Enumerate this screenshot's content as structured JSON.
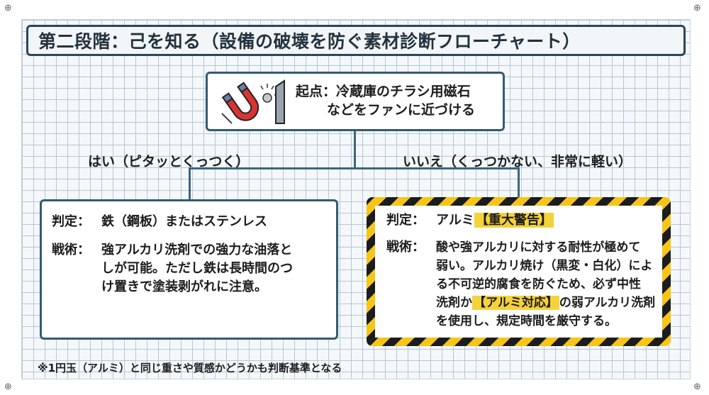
{
  "title": "第二段階：己を知る（設備の破壊を防ぐ素材診断フローチャート）",
  "start": {
    "line1": "起点：冷蔵庫のチラシ用磁石",
    "line2": "などをファンに近づける",
    "icon": "magnet-icon"
  },
  "branches": {
    "yes": {
      "label": "はい（ピタッとくっつく）",
      "verdict_key": "判定：",
      "verdict_value": "鉄（鋼板）またはステンレス",
      "tactic_key": "戦術：",
      "tactic_lines": [
        "強アルカリ洗剤での強力な油落と",
        "しが可能。ただし鉄は長時間のつ",
        "け置きで塗装剥がれに注意。"
      ]
    },
    "no": {
      "label": "いいえ（くっつかない、非常に軽い）",
      "verdict_key": "判定：",
      "verdict_value": "アルミ",
      "verdict_warning": "【重大警告】",
      "tactic_key": "戦術：",
      "tactic_line1": "酸や強アルカリに対する耐性が極めて",
      "tactic_line2": "弱い。アルカリ焼け（黒変・白化）によ",
      "tactic_line3": "る不可逆的腐食を防ぐため、必ず中性",
      "tactic_line4_pre": "洗剤か",
      "tactic_line4_hl": "【アルミ対応】",
      "tactic_line4_post": "の弱アルカリ洗剤",
      "tactic_line5": "を使用し、規定時間を厳守する。"
    }
  },
  "footnote": "※1円玉（アルミ）と同じ重さや質感かどうかも判断基準となる",
  "colors": {
    "border": "#345a72",
    "warning_yellow": "#f5c518",
    "highlight": "#f5d23a"
  }
}
